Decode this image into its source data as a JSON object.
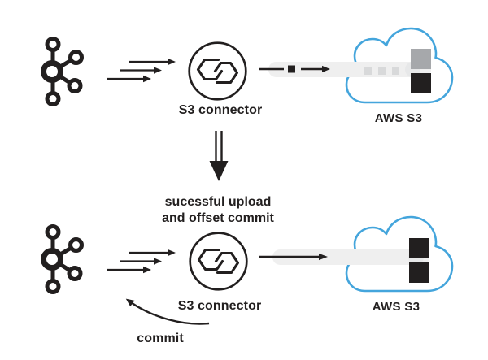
{
  "colors": {
    "background": "#ffffff",
    "ink": "#221f1f",
    "cloud_blue": "#44a5dc",
    "capsule": "#efefef",
    "capsule_end": "#e7e8e9",
    "large_gray": "#a6a8ab",
    "small_gray": "#d8d9da"
  },
  "icons": {
    "source": "kafka-logo-icon",
    "stream": "triple-arrow-right-icon",
    "connector": "s3-connector-hex-s-icon",
    "pipe": "upload-pipe",
    "destination": "aws-cloud-icon",
    "transition": "double-down-arrow-icon",
    "commit": "curved-arrow-up-left-icon"
  },
  "top_flow": {
    "connector": {
      "label": "S3 connector"
    },
    "destination": {
      "label": "AWS S3",
      "small_gray_squares": 3,
      "large_gray_squares": 1,
      "large_black_squares": 1
    }
  },
  "transition": {
    "caption_line1": "sucessful upload",
    "caption_line2": "and offset commit"
  },
  "bottom_flow": {
    "connector": {
      "label": "S3 connector"
    },
    "destination": {
      "label": "AWS S3",
      "large_black_squares": 2
    },
    "commit": {
      "label": "commit"
    }
  }
}
